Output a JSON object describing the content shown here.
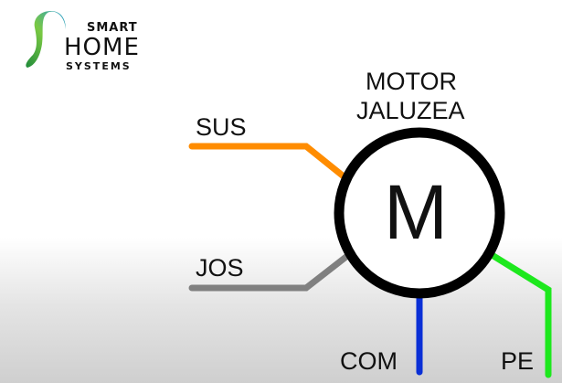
{
  "logo": {
    "line1": "SMART",
    "line2": "HOME",
    "line3": "SYSTEMS"
  },
  "motor": {
    "title_line1": "MOTOR",
    "title_line2": "JALUZEA",
    "symbol": "M"
  },
  "wires": [
    {
      "label": "SUS",
      "color": "#ff8c00"
    },
    {
      "label": "JOS",
      "color": "#808080"
    },
    {
      "label": "COM",
      "color": "#0a2fd6"
    },
    {
      "label": "PE",
      "color": "#1de81d"
    }
  ]
}
